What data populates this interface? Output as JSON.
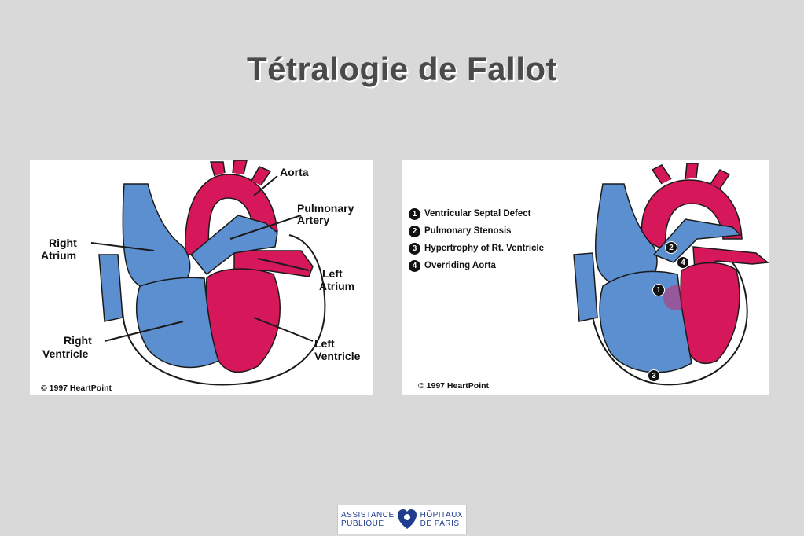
{
  "title": "Tétralogie de Fallot",
  "normal_heart": {
    "labels": {
      "aorta": "Aorta",
      "pulmonary_artery_1": "Pulmonary",
      "pulmonary_artery_2": "Artery",
      "right_atrium_1": "Right",
      "right_atrium_2": "Atrium",
      "left_atrium_1": "Left",
      "left_atrium_2": "Atrium",
      "right_ventricle_1": "Right",
      "right_ventricle_2": "Ventricle",
      "left_ventricle_1": "Left",
      "left_ventricle_2": "Ventricle"
    },
    "copyright": "© 1997 HeartPoint"
  },
  "fallot_heart": {
    "legend": [
      {
        "num": "1",
        "text": "Ventricular Septal Defect"
      },
      {
        "num": "2",
        "text": "Pulmonary Stenosis"
      },
      {
        "num": "3",
        "text": "Hypertrophy of Rt. Ventricle"
      },
      {
        "num": "4",
        "text": "Overriding Aorta"
      }
    ],
    "markers": [
      "1",
      "2",
      "3",
      "4"
    ],
    "copyright": "© 1997 HeartPoint"
  },
  "logo": {
    "left_1": "ASSISTANCE",
    "left_2": "PUBLIQUE",
    "right_1": "HÔPITAUX",
    "right_2": "DE PARIS"
  },
  "colors": {
    "background": "#d9d9d9",
    "blood_blue": "#5b8fd0",
    "blood_red": "#d6185a",
    "outline": "#1a1a1a"
  }
}
